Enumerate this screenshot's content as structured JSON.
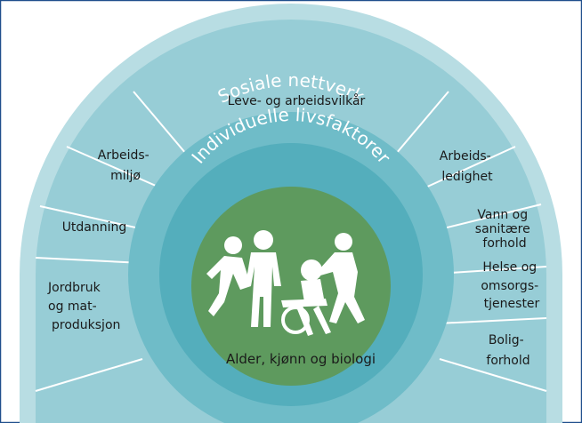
{
  "diagram": {
    "segments": {
      "leve": [
        "Leve- og arbeidsvilkår"
      ],
      "arbeidsmiljo": [
        "Arbeids-",
        "miljø"
      ],
      "utdanning": [
        "Utdanning"
      ],
      "jordbruk": [
        "Jordbruk",
        "og mat-",
        "produksjon"
      ],
      "arbeidsledighet": [
        "Arbeids-",
        "ledighet"
      ],
      "vann": [
        "Vann og",
        "sanitære",
        "forhold"
      ],
      "helse": [
        "Helse og",
        "omsorgs-",
        "tjenester"
      ],
      "bolig": [
        "Bolig-",
        "forhold"
      ]
    },
    "rings": {
      "social": "Sosiale nettverk",
      "individual": "Individuelle livsfaktorer"
    },
    "core": {
      "label": "Alder, kjønn og biologi",
      "image": "people-silhouettes-icon"
    },
    "colors": {
      "outer_band": "#b8dde3",
      "outer_segments": "#97cdd6",
      "social_ring": "#6fbcc8",
      "individual_ring": "#54aebc",
      "core": "#5e9a5e",
      "divider": "#ffffff",
      "frame": "#1f4e8c"
    }
  }
}
